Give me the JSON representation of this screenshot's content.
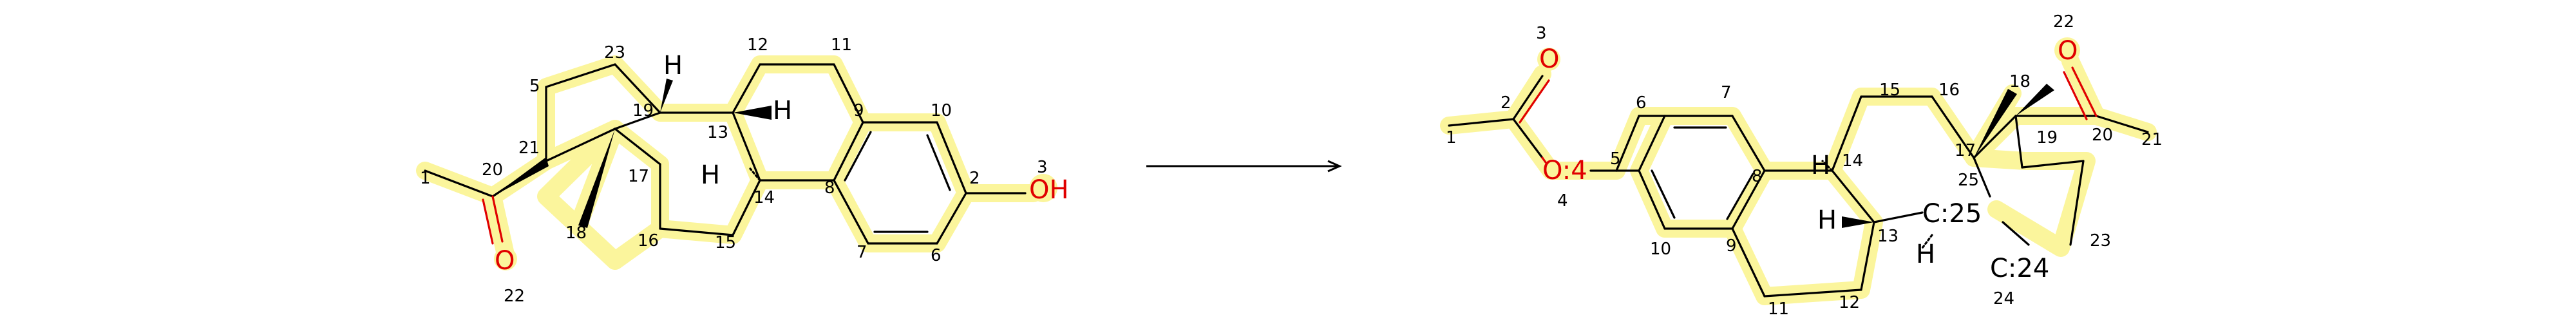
{
  "reaction": {
    "reactant": {
      "atom_map_numbers": [
        "1",
        "20",
        "22",
        "21",
        "5",
        "23",
        "19",
        "13",
        "12",
        "11",
        "9",
        "10",
        "2",
        "3",
        "6",
        "7",
        "8",
        "14",
        "15",
        "16",
        "17",
        "18"
      ],
      "atom_symbols": {
        "oxygen_ketone": "O",
        "hydroxyl": "OH",
        "h_19": "H",
        "h_13": "H",
        "h_14": "H"
      }
    },
    "product": {
      "atom_map_numbers": [
        "1",
        "2",
        "3",
        "4",
        "5",
        "6",
        "7",
        "8",
        "9",
        "10",
        "11",
        "12",
        "13",
        "14",
        "15",
        "16",
        "17",
        "18",
        "19",
        "20",
        "21",
        "22",
        "23",
        "24",
        "25"
      ],
      "atom_symbols": {
        "ester_carbonyl_o": "O",
        "ester_o": "O:4",
        "ketone_o": "O",
        "c25": "C:25",
        "c24": "C:24",
        "h_14": "H",
        "h_13": "H",
        "h_c25": "H"
      }
    },
    "arrow_icon": "reaction-arrow-icon"
  }
}
